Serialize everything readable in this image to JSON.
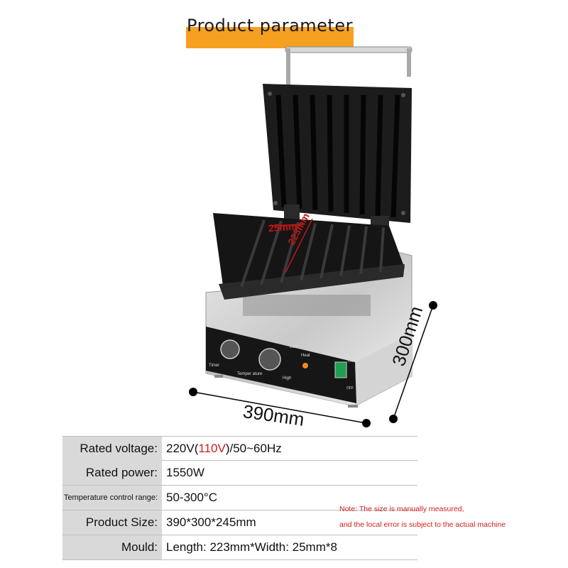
{
  "title": "Product parameter",
  "dimensions": {
    "width": "390mm",
    "height": "300mm",
    "mould_width": "25mm",
    "mould_length": "223mm"
  },
  "panel_labels": {
    "timer": "Timer",
    "temperature": "Temper ature",
    "low": "Low",
    "high": "High",
    "heat": "Heat",
    "power": "Power",
    "on": "ON",
    "off": "OFF"
  },
  "specs": [
    {
      "label": "Rated voltage:",
      "value_pre": "220V(",
      "value_highlight": "110V",
      "value_post": ")/50~60Hz"
    },
    {
      "label": "Rated power:",
      "value_pre": "1550W",
      "value_highlight": "",
      "value_post": ""
    },
    {
      "label": "Temperature control range:",
      "value_pre": "50-300°C",
      "value_highlight": "",
      "value_post": ""
    },
    {
      "label": "Product Size:",
      "value_pre": "390*300*245mm",
      "value_highlight": "",
      "value_post": ""
    },
    {
      "label": "Mould:",
      "value_pre": "Length: 223mm*Width: 25mm*8",
      "value_highlight": "",
      "value_post": ""
    }
  ],
  "note": {
    "line1": "Note: The size is manually measured,",
    "line2": "and the local error is subject to the actual machine"
  },
  "colors": {
    "accent": "#f5a020",
    "highlight": "#d41c1c",
    "label_bg": "#d9d9d9"
  }
}
